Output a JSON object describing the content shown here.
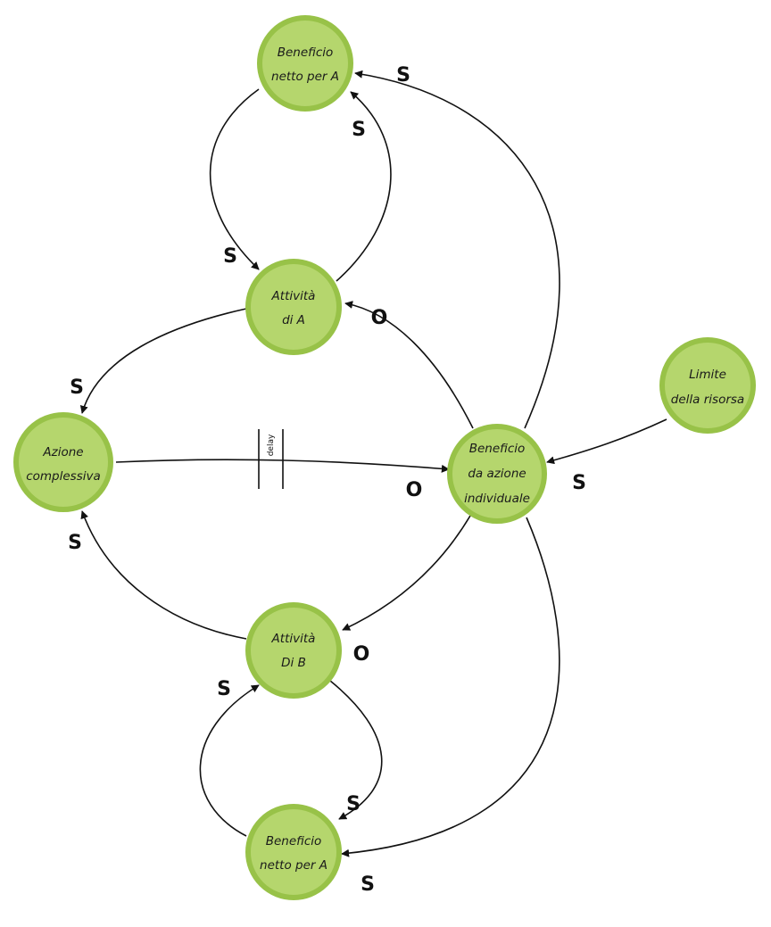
{
  "nodes": {
    "beneficio_a_top": {
      "line1": "Beneficio",
      "line2": "netto per A",
      "line3": ""
    },
    "attivita_a": {
      "line1": "Attività",
      "line2": "di A",
      "line3": ""
    },
    "azione_complessiva": {
      "line1": "Azione",
      "line2": "complessiva",
      "line3": ""
    },
    "beneficio_azione": {
      "line1": "Beneficio",
      "line2": "da azione",
      "line3": "individuale"
    },
    "limite_risorsa": {
      "line1": "Limite",
      "line2": "della risorsa",
      "line3": ""
    },
    "attivita_b": {
      "line1": "Attività",
      "line2": "Di B",
      "line3": ""
    },
    "beneficio_a_bottom": {
      "line1": "Beneficio",
      "line2": "netto per A",
      "line3": ""
    }
  },
  "delay": {
    "label": "delay"
  },
  "polarity": {
    "s_top_right": "S",
    "s_top_mid": "S",
    "s_a_left": "S",
    "o_a": "O",
    "s_azione_top": "S",
    "o_delay": "O",
    "s_limite": "S",
    "s_azione_bottom": "S",
    "o_b": "O",
    "s_b_left": "S",
    "s_b_right": "S",
    "s_bottom_right": "S"
  },
  "colors": {
    "node_fill": "#b5d66d",
    "node_stroke": "#98c248",
    "edge": "#111111"
  }
}
